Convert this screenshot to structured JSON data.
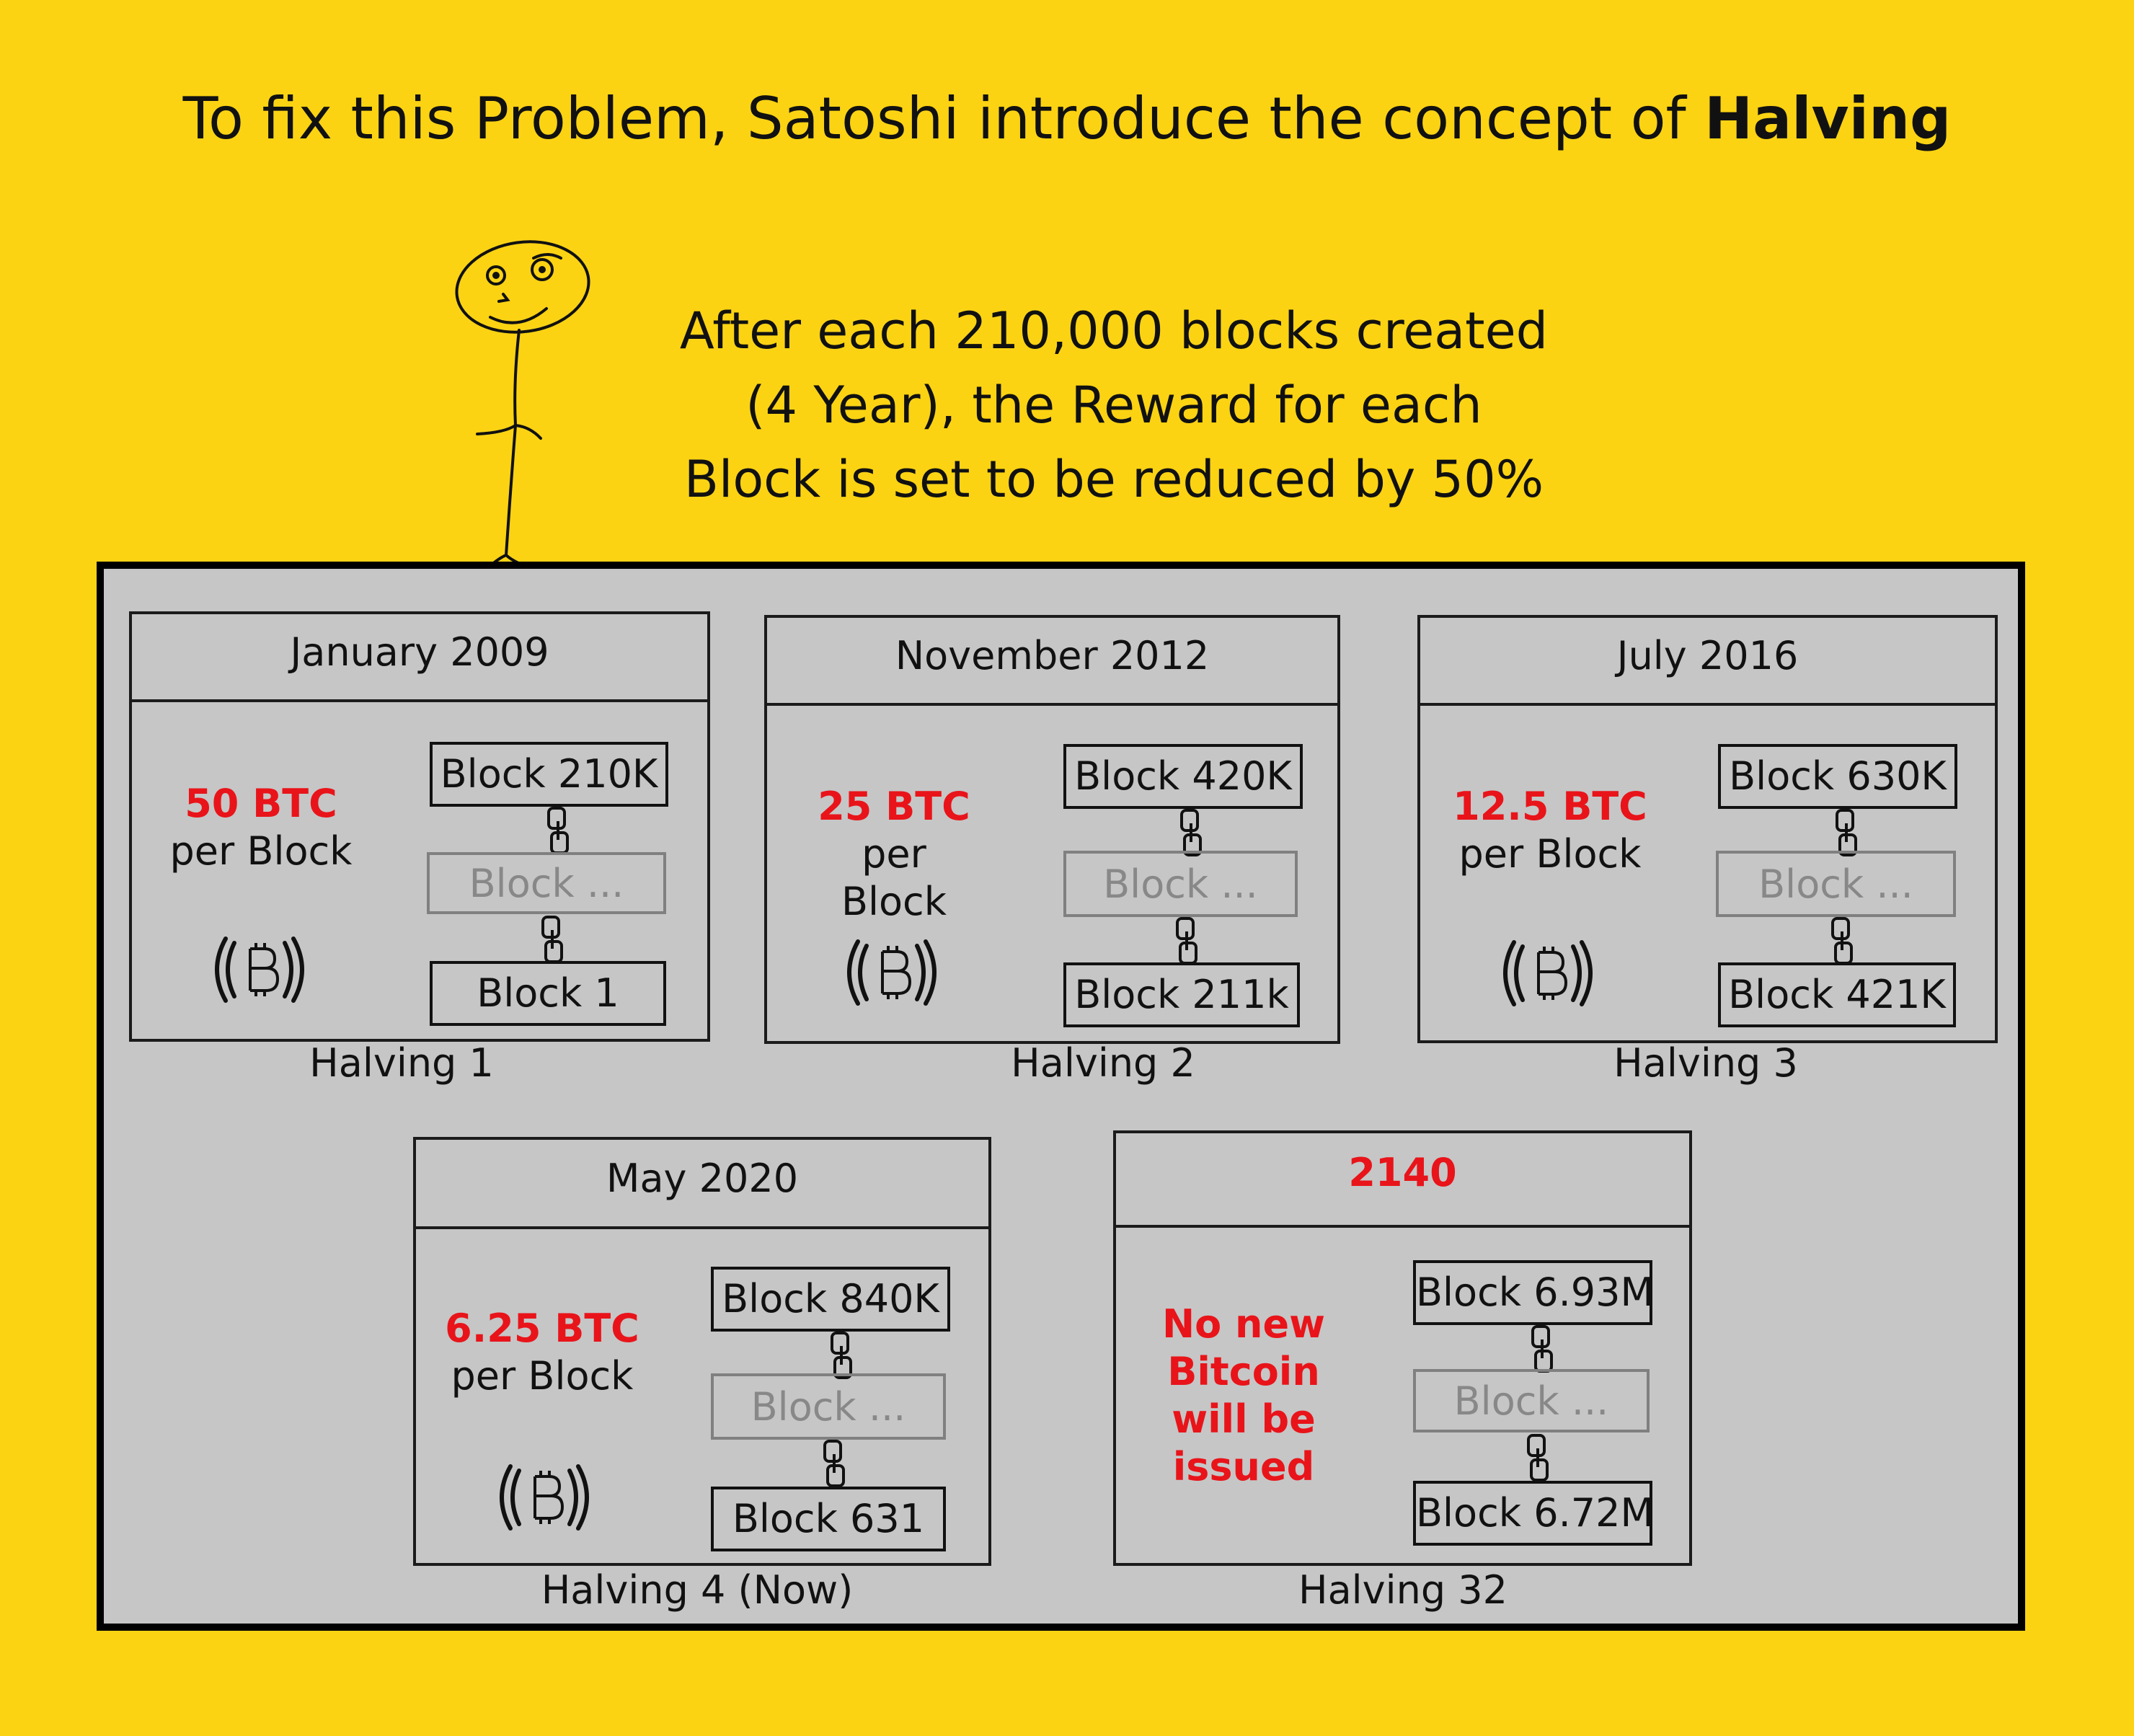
{
  "header": {
    "title_prefix": "To fix this Problem, Satoshi introduce the concept of",
    "title_emphasis": "Halving"
  },
  "explanation": {
    "line1": "After each 210,000 blocks created",
    "line2": "(4 Year), the Reward for each",
    "line3": "Block is set to be reduced by 50%"
  },
  "halvings": [
    {
      "date": "January 2009",
      "reward_amount": "50 BTC",
      "reward_unit": "per Block",
      "block_top": "Block 210K",
      "block_mid": "Block ...",
      "block_bottom": "Block 1",
      "label": "Halving 1",
      "icon": "bitcoin-icon"
    },
    {
      "date": "November 2012",
      "reward_amount": "25 BTC",
      "reward_unit_1": "per",
      "reward_unit_2": "Block",
      "block_top": "Block 420K",
      "block_mid": "Block ...",
      "block_bottom": "Block 211k",
      "label": "Halving 2",
      "icon": "bitcoin-icon"
    },
    {
      "date": "July 2016",
      "reward_amount": "12.5 BTC",
      "reward_unit": "per Block",
      "block_top": "Block 630K",
      "block_mid": "Block ...",
      "block_bottom": "Block 421K",
      "label": "Halving 3",
      "icon": "bitcoin-icon"
    },
    {
      "date": "May 2020",
      "reward_amount": "6.25 BTC",
      "reward_unit": "per Block",
      "block_top": "Block 840K",
      "block_mid": "Block ...",
      "block_bottom": "Block 631",
      "label": "Halving 4 (Now)",
      "icon": "bitcoin-icon"
    },
    {
      "date": "2140",
      "note_1": "No new",
      "note_2": "Bitcoin",
      "note_3": "will be",
      "note_4": "issued",
      "block_top": "Block 6.93M",
      "block_mid": "Block ...",
      "block_bottom": "Block 6.72M",
      "label": "Halving 32"
    }
  ],
  "colors": {
    "background": "#FBD313",
    "panel": "#C6C6C6",
    "accent_red": "#E8141A",
    "dim_block": "#888888"
  }
}
